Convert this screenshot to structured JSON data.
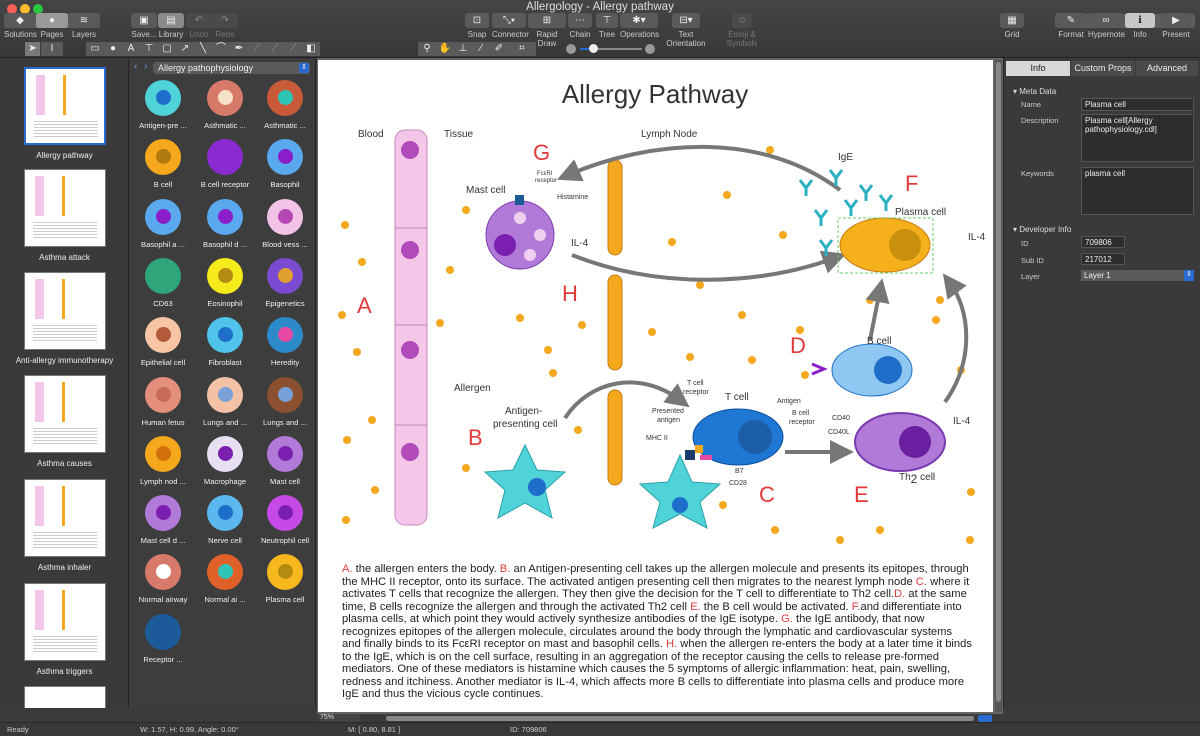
{
  "window": {
    "title": "Allergology - Allergy pathway"
  },
  "toolbar": {
    "left": [
      {
        "label": "Solutions"
      },
      {
        "label": "Pages"
      },
      {
        "label": "Layers"
      }
    ],
    "file": [
      {
        "label": "Save..."
      },
      {
        "label": "Library"
      },
      {
        "label": "Undo"
      },
      {
        "label": "Redo"
      }
    ],
    "center": [
      {
        "label": "Snap"
      },
      {
        "label": "Connector"
      },
      {
        "label": "Rapid Draw"
      },
      {
        "label": "Chain"
      },
      {
        "label": "Tree"
      },
      {
        "label": "Operations"
      },
      {
        "label": "Text Orientation"
      },
      {
        "label": "Emoji & Symbols"
      }
    ],
    "grid": "Grid",
    "right": [
      {
        "label": "Format"
      },
      {
        "label": "Hypernote"
      },
      {
        "label": "Info"
      },
      {
        "label": "Present"
      }
    ]
  },
  "pages": [
    {
      "label": "Allergy pathway"
    },
    {
      "label": "Asthma attack"
    },
    {
      "label": "Anti-allergy immunotherapy"
    },
    {
      "label": "Asthma causes"
    },
    {
      "label": "Asthma inhaler"
    },
    {
      "label": "Asthma triggers"
    }
  ],
  "library": {
    "title": "Allergy pathophysiology",
    "items": [
      {
        "label": "Antigen-pre ...",
        "c1": "#4fd3d9",
        "c2": "#1e6fc9"
      },
      {
        "label": "Asthmatic ...",
        "c1": "#d77a6a",
        "c2": "#f5e2c9"
      },
      {
        "label": "Asthmatic ...",
        "c1": "#c85a3a",
        "c2": "#2ec4b6"
      },
      {
        "label": "B cell",
        "c1": "#f6a81c",
        "c2": "#b07a10"
      },
      {
        "label": "B cell receptor",
        "c1": "#8a2bd1",
        "c2": "#8a2bd1"
      },
      {
        "label": "Basophil",
        "c1": "#5aa9ee",
        "c2": "#8a1fc9"
      },
      {
        "label": "Basophil a ...",
        "c1": "#5aa9ee",
        "c2": "#8a1fc9"
      },
      {
        "label": "Basophil d ...",
        "c1": "#5aa9ee",
        "c2": "#8a1fc9"
      },
      {
        "label": "Blood vess ...",
        "c1": "#f2c3e6",
        "c2": "#b548b5"
      },
      {
        "label": "CD63",
        "c1": "#2ea67a",
        "c2": "#2ea67a"
      },
      {
        "label": "Eosinophil",
        "c1": "#f5ea1a",
        "c2": "#b58a10"
      },
      {
        "label": "Epigenetics",
        "c1": "#7a4ad0",
        "c2": "#e0a030"
      },
      {
        "label": "Epithelial cell",
        "c1": "#f7c4a6",
        "c2": "#b35a3a"
      },
      {
        "label": "Fibroblast",
        "c1": "#4fc3e9",
        "c2": "#1e6fc9"
      },
      {
        "label": "Heredity",
        "c1": "#2c8ac9",
        "c2": "#e64aa5"
      },
      {
        "label": "Human fetus",
        "c1": "#e48f7c",
        "c2": "#c86a58"
      },
      {
        "label": "Lungs and ...",
        "c1": "#f3c1a6",
        "c2": "#7aa0d8"
      },
      {
        "label": "Lungs and ...",
        "c1": "#8a5030",
        "c2": "#7aa0d8"
      },
      {
        "label": "Lymph nod ...",
        "c1": "#f6a81c",
        "c2": "#d4700c"
      },
      {
        "label": "Macrophage",
        "c1": "#e6e0f2",
        "c2": "#7a1fb0"
      },
      {
        "label": "Mast cell",
        "c1": "#b27ad8",
        "c2": "#7a1fb0"
      },
      {
        "label": "Mast cell d ...",
        "c1": "#b27ad8",
        "c2": "#7a1fb0"
      },
      {
        "label": "Nerve cell",
        "c1": "#5ab8ee",
        "c2": "#1e6fc9"
      },
      {
        "label": "Neutrophil cell",
        "c1": "#c64ae6",
        "c2": "#7a1fb0"
      },
      {
        "label": "Normal airway",
        "c1": "#d77a6a",
        "c2": "#ffffff"
      },
      {
        "label": "Normal ai ...",
        "c1": "#e0602a",
        "c2": "#2ec4b6"
      },
      {
        "label": "Plasma cell",
        "c1": "#f6b81c",
        "c2": "#b58a10"
      },
      {
        "label": "Receptor ...",
        "c1": "#1c5a9a",
        "c2": "#1c5a9a"
      }
    ]
  },
  "diagram": {
    "title": "Allergy Pathway",
    "labels": {
      "blood": "Blood",
      "tissue": "Tissue",
      "lymph": "Lymph Node",
      "mast": "Mast cell",
      "fceri1": "FcεRI",
      "fceri2": "receptor",
      "histamine": "Histamine",
      "il4a": "IL-4",
      "ige": "IgE",
      "plasma": "Plasma cell",
      "il4b": "IL-4",
      "bcell": "B cell",
      "antigen": "Antigen",
      "bcr1": "B cell",
      "bcr2": "receptor",
      "cd40": "CD40",
      "cd40l": "CD40L",
      "il4c": "IL-4",
      "allergen": "Allergen",
      "apc1": "Antigen-",
      "apc2": "presenting cell",
      "tcr1": "T cell",
      "tcr2": "receptor",
      "pres1": "Presented",
      "pres2": "antigen",
      "mhc": "MHC II",
      "tcell": "T cell",
      "b7": "B7",
      "cd28": "CD28",
      "th2a": "Th",
      "th2sub": "2",
      "th2b": " cell"
    },
    "letters": {
      "A": "A",
      "B": "B",
      "C": "C",
      "D": "D",
      "E": "E",
      "F": "F",
      "G": "G",
      "H": "H"
    },
    "accent": "#e03a3a",
    "paragraph": [
      {
        "mark": "A.",
        "text": " the allergen enters the body. "
      },
      {
        "mark": "B.",
        "text": " an Antigen-presenting cell takes up the allergen molecule and presents its epitopes, through the MHC II receptor, onto its surface. The activated antigen presenting cell then migrates to the nearest lymph node "
      },
      {
        "mark": "C.",
        "text": " where it activates T cells that recognize the allergen. They then give the decision for the T cell to differentiate to Th2 cell."
      },
      {
        "mark": "D.",
        "text": " at the same time, B cells recognize the allergen and through the activated Th2 cell "
      },
      {
        "mark": "E.",
        "text": " the B cell would be activated. "
      },
      {
        "mark": "F.",
        "text": "and differentiate into plasma cells, at which point they would actively synthesize antibodies of the IgE isotype. "
      },
      {
        "mark": "G.",
        "text": " the IgE antibody, that now recognizes epitopes of the allergen molecule, circulates around the body through the lymphatic and cardiovascular systems and finally binds to its FcεRI receptor on mast and basophil cells. "
      },
      {
        "mark": "H.",
        "text": " when the allergen re-enters the body at a later time it binds to the IgE, which is on the cell surface, resulting in an aggregation of the receptor causing the cells to release pre-formed mediators. One of these mediators is histamine which causes the 5 symptoms of allergic inflammation: heat, pain, swelling, redness and itchiness. Another mediator is IL-4, which affects more B cells to differentiate into plasma cells and produce more IgE and thus the vicious cycle continues."
      }
    ]
  },
  "inspector": {
    "tabs": [
      "Info",
      "Custom Props",
      "Advanced"
    ],
    "meta_title": "Meta Data",
    "name_label": "Name",
    "name": "Plasma cell",
    "desc_label": "Description",
    "description": "Plasma cell[Allergy pathophysiology.cdl]",
    "kw_label": "Keywords",
    "keywords": "plasma cell",
    "dev_title": "Developer Info",
    "id_label": "ID",
    "id": "709806",
    "subid_label": "Sub ID",
    "subid": "217012",
    "layer_label": "Layer",
    "layer": "Layer 1"
  },
  "zoom": "75%",
  "status": {
    "state": "Ready",
    "size": "W: 1.57,  H: 0.99,  Angle: 0.00°",
    "mouse": "M: [ 0.80, 8.81 ]",
    "id": "ID: 709806"
  }
}
